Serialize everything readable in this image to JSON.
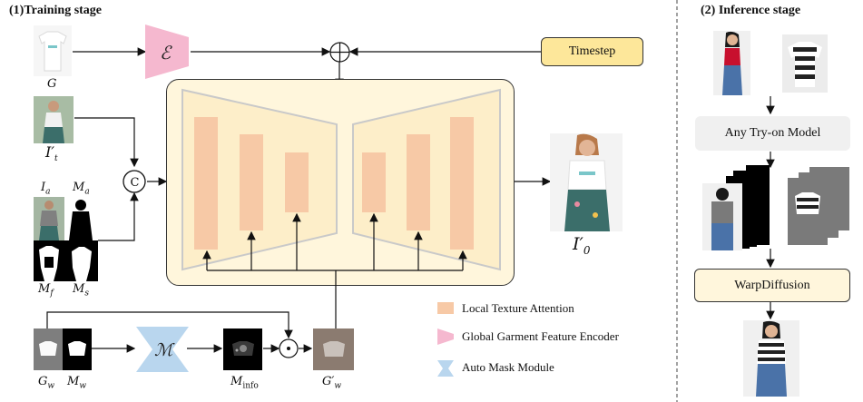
{
  "training": {
    "title": "(1)Training stage",
    "labels": {
      "G": "G",
      "It": "I′",
      "It_sub": "t",
      "Ia": "I",
      "Ia_sub": "a",
      "Ma": "M",
      "Ma_sub": "a",
      "Mf": "M",
      "Mf_sub": "f",
      "Ms": "M",
      "Ms_sub": "s",
      "Gw": "G",
      "Gw_sub": "w",
      "Mw": "M",
      "Mw_sub": "w",
      "Minfo": "M",
      "Minfo_sub": "info",
      "Gw2": "G′",
      "Gw2_sub": "w",
      "I0": "I′",
      "I0_sub": "0"
    },
    "encoder_symbol": "ℰ",
    "mask_symbol": "ℳ",
    "timestep_label": "Timestep",
    "concat_symbol": "C"
  },
  "legend": {
    "items": [
      {
        "label": "Local Texture Attention",
        "color": "#f7c9a6"
      },
      {
        "label": "Global Garment Feature Encoder",
        "color": "#f5b8cf"
      },
      {
        "label": "Auto Mask Module",
        "color": "#b9d6ee"
      }
    ]
  },
  "inference": {
    "title": "(2) Inference stage",
    "tryon_label": "Any Try-on Model",
    "warp_label": "WarpDiffusion"
  },
  "colors": {
    "unet_bg": "#fff6dc",
    "unet_inner": "#fdeec9",
    "attention": "#f7c9a6",
    "encoder": "#f5b8cf",
    "mask": "#b9d6ee",
    "timestep": "#fde79a"
  }
}
